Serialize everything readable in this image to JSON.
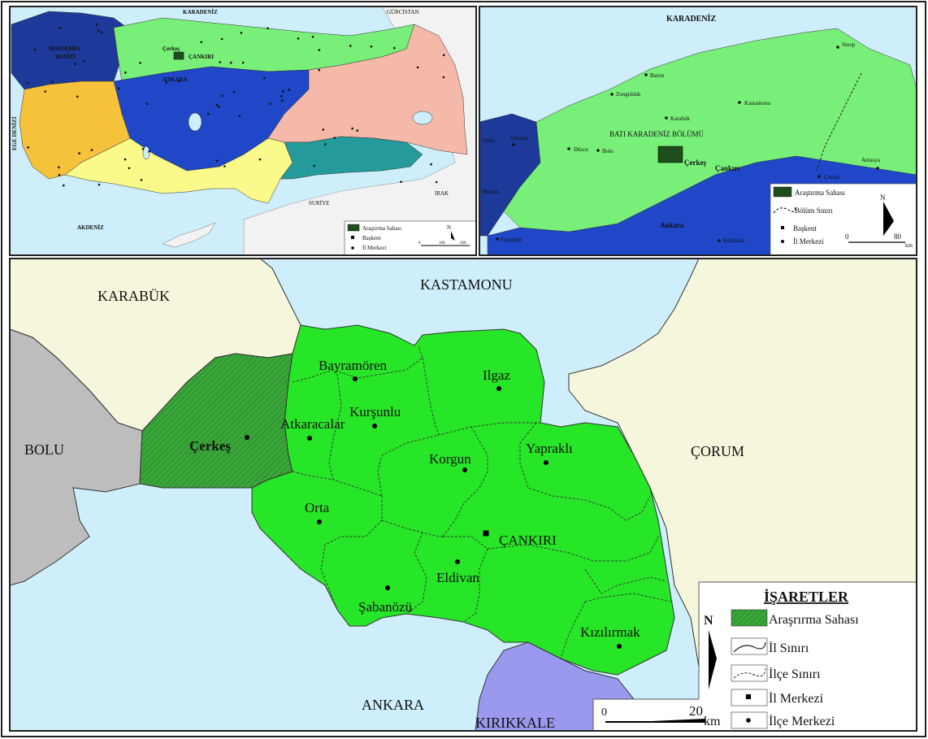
{
  "colors": {
    "sea": "#cdeefa",
    "study_area": "#3aa63a",
    "province": "#27e627",
    "neighbor_land": "#f6f6dc",
    "bolu": "#bdbdbd",
    "kirikkale": "#9b99ee",
    "frame": "#1a1a1a"
  },
  "inset_turkey": {
    "labels": {
      "karadeniz": "KARADENİZ",
      "akdeniz": "AKDENİZ",
      "ege_denizi": "EGE DENİZİ",
      "marmara_line1": "MARMARA",
      "marmara_line2": "DENİZİ",
      "gurcistan": "GÜRCİSTAN",
      "irak": "IRAK",
      "suriye": "SURİYE",
      "cerkes": "Çerkeş",
      "cankiri": "ÇANKIRI",
      "ankara": "ANKARA"
    },
    "legend": {
      "study_area": "Araştırma Sahası",
      "capital": "Başkent",
      "province_center": "İl Merkezi",
      "north": "N",
      "scale_0": "0",
      "scale_100": "100",
      "scale_200": "200"
    }
  },
  "inset_region": {
    "labels": {
      "karadeniz": "KARADENİZ",
      "region_name": "BATI KARADENİZ BÖLÜMÜ",
      "cerkes": "Çerkeş",
      "cankiri": "Çankırı",
      "ankara": "Ankara",
      "kirikkale": "Kırıkkale",
      "eskisehir": "Eskişehir",
      "bilecik": "Bilecik",
      "izmit": "İzmit",
      "sakarya": "Sakarya"
    },
    "cities": [
      {
        "name": "Sinop"
      },
      {
        "name": "Bartın"
      },
      {
        "name": "Zonguldak"
      },
      {
        "name": "Kastamonu"
      },
      {
        "name": "Karabük"
      },
      {
        "name": "Düzce"
      },
      {
        "name": "Bolu"
      },
      {
        "name": "Amasya"
      },
      {
        "name": "Çorum"
      }
    ],
    "legend": {
      "study_area": "Araştırma Sahası",
      "region_border": "Bölüm Sınırı",
      "capital": "Başkent",
      "province_center": "İl Merkezi",
      "north": "N",
      "scale_0": "0",
      "scale_80": "80",
      "scale_unit": "km"
    }
  },
  "main_map": {
    "neighbors": {
      "karabuk": "KARABÜK",
      "kastamonu": "KASTAMONU",
      "bolu": "BOLU",
      "corum": "ÇORUM",
      "ankara": "ANKARA",
      "kirikkale": "KIRIKKALE"
    },
    "districts": [
      {
        "name": "Bayramören"
      },
      {
        "name": "Ilgaz"
      },
      {
        "name": "Kurşunlu"
      },
      {
        "name": "Atkaracalar"
      },
      {
        "name": "Çerkeş"
      },
      {
        "name": "Yapraklı"
      },
      {
        "name": "Korgun"
      },
      {
        "name": "Orta"
      },
      {
        "name": "ÇANKIRI"
      },
      {
        "name": "Eldivan"
      },
      {
        "name": "Şabanözü"
      },
      {
        "name": "Kızılırmak"
      }
    ],
    "legend": {
      "title": "İŞARETLER",
      "study_area": "Araşrırma Sahası",
      "province_border": "İl Sınırı",
      "district_border": "İlçe Sınırı",
      "province_center": "İl Merkezi",
      "district_center": "İlçe Merkezi",
      "north": "N",
      "scale_0": "0",
      "scale_20": "20",
      "scale_unit": "km"
    }
  }
}
